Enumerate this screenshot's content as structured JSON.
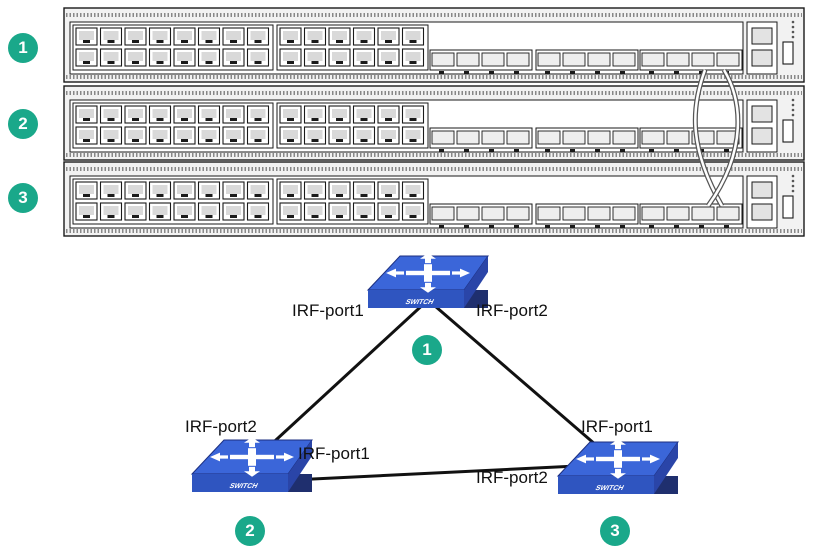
{
  "colors": {
    "badge": "#1aa88a",
    "chassis": "#f2f2f2",
    "outline": "#1a1a1a",
    "switch_body": "#3b66d9"
  },
  "switches": [
    {
      "number": "1",
      "icon_text": "SWITCH"
    },
    {
      "number": "2",
      "icon_text": "SWITCH"
    },
    {
      "number": "3",
      "icon_text": "SWITCH"
    }
  ],
  "topology": {
    "links": [
      {
        "from": "1",
        "to": "2",
        "from_port": "IRF-port1",
        "to_port": "IRF-port2"
      },
      {
        "from": "1",
        "to": "3",
        "from_port": "IRF-port2",
        "to_port": "IRF-port1"
      },
      {
        "from": "2",
        "to": "3",
        "from_port": "IRF-port1",
        "to_port": "IRF-port2"
      }
    ]
  }
}
